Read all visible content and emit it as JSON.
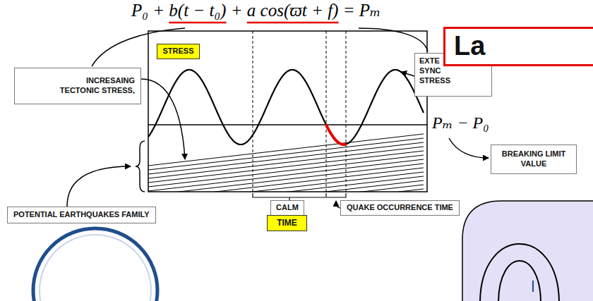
{
  "diagram": {
    "nodes": [
      {
        "text": [
          "La"
        ]
      },
      {
        "text": [
          "STRESS"
        ]
      },
      {
        "text": [
          "EXTE SYNC STRESS"
        ]
      },
      {
        "text": [
          "INCRESAING TECTONIC STRESS,"
        ]
      },
      {
        "text": [
          "BREAKING LIMIT VALUE"
        ]
      },
      {
        "text": [
          "CALM"
        ]
      },
      {
        "text": [
          "TIME"
        ]
      },
      {
        "text": [
          "POTENTIAL EARTHQUAKES FAMILY"
        ]
      },
      {
        "text": [
          "QUAKE OCCURRENCE TIME"
        ]
      }
    ],
    "labels": [
      "P₀ + b(t − t₀) + a cos(ϖt + f) = Pₘ",
      "Pₘ − P₀"
    ]
  }
}
